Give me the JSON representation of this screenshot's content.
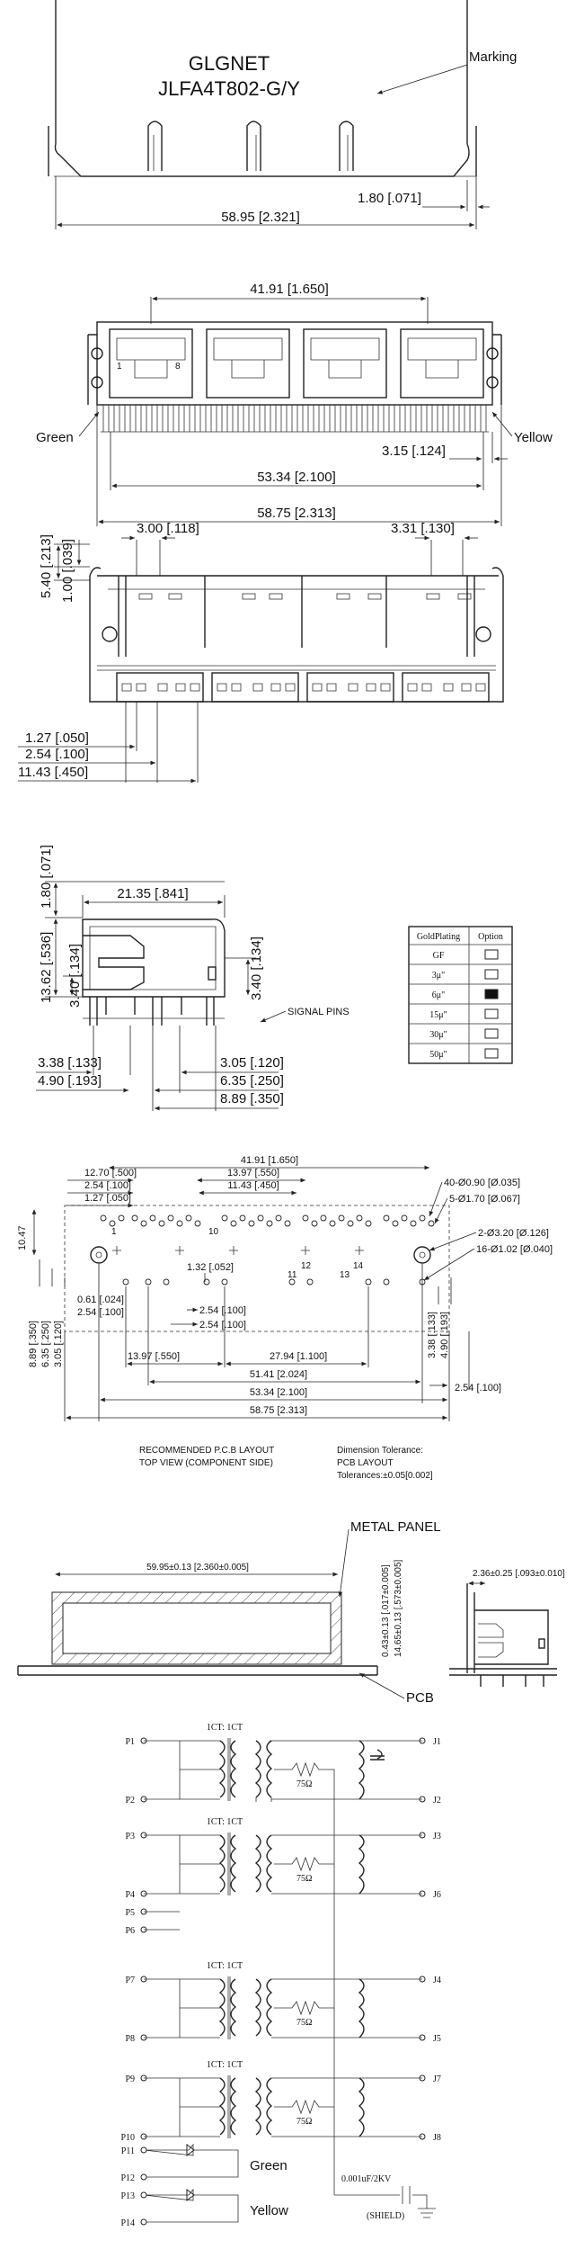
{
  "front_view": {
    "brand": "GLGNET",
    "part_number": "JLFA4T802-G/Y",
    "marking_label": "Marking",
    "dim_width": "58.95 [2.321]",
    "dim_tab": "1.80 [.071]"
  },
  "top_view": {
    "dim_center_span": "41.91 [1.650]",
    "dim_pin_span": "53.34 [2.100]",
    "dim_total": "58.75 [2.313]",
    "dim_offset": "3.15 [.124]",
    "led_left": "Green",
    "led_right": "Yellow",
    "pin1_label": "1",
    "pin8_label": "8"
  },
  "bottom_view": {
    "dim_height_top": "5.40 [.213]",
    "dim_height_mid": "1.00 [.039]",
    "dim_pitch_a": "3.00 [.118]",
    "dim_pitch_b": "3.31 [.130]",
    "dim_1": "1.27 [.050]",
    "dim_2": "2.54 [.100]",
    "dim_3": "11.43 [.450]"
  },
  "side_view": {
    "dim_top": "1.80 [.071]",
    "dim_depth": "21.35 [.841]",
    "dim_height": "13.62 [.536]",
    "dim_tab_height": "3.40 [.134]",
    "dim_tab_height_right": "3.40 [.134]",
    "signal_pins": "SIGNAL PINS",
    "dim_a": "3.38 [.133]",
    "dim_b": "4.90 [.193]",
    "dim_c": "3.05 [.120]",
    "dim_d": "6.35 [.250]",
    "dim_e": "8.89 [.350]"
  },
  "plating_table": {
    "headers": [
      "GoldPlating",
      "Option"
    ],
    "rows": [
      {
        "label": "GF",
        "selected": false
      },
      {
        "label": "3μ\"",
        "selected": false
      },
      {
        "label": "6μ\"",
        "selected": true
      },
      {
        "label": "15μ\"",
        "selected": false
      },
      {
        "label": "30μ\"",
        "selected": false
      },
      {
        "label": "50μ\"",
        "selected": false
      }
    ]
  },
  "pcb_layout": {
    "d_41": "41.91 [1.650]",
    "d_12": "12.70 [.500]",
    "d_13": "13.97 [.550]",
    "d_11": "11.43 [.450]",
    "d_254": "2.54 [.100]",
    "d_127": "1.27 [.050]",
    "d_1047": "10.47",
    "d_holes40": "40-Ø0.90 [Ø.035]",
    "d_holes5": "5-Ø1.70 [Ø.067]",
    "d_holes2": "2-Ø3.20 [Ø.126]",
    "d_holes16": "16-Ø1.02 [Ø.040]",
    "d_132": "1.32 [.052]",
    "d_061": "0.61 [.024]",
    "d_254b": "2.54 [.100]",
    "d_254c": "2.54 [.100]",
    "d_254d": "2.54 [.100]",
    "d_889": "8.89 [.350]",
    "d_635": "6.35 [.250]",
    "d_305": "3.05 [.120]",
    "d_338": "3.38 [.133]",
    "d_490": "4.90 [.193]",
    "d_1397": "13.97 [.550]",
    "d_2794": "27.94 [1.100]",
    "d_5141": "51.41 [2.024]",
    "d_5334": "53.34 [2.100]",
    "d_5875": "58.75 [2.313]",
    "d_254e": "2.54 [.100]",
    "pin_1": "1",
    "pin_10": "10",
    "pin_11": "11",
    "pin_12": "12",
    "pin_13": "13",
    "pin_14": "14",
    "note_left_1": "RECOMMENDED P.C.B LAYOUT",
    "note_left_2": "TOP VIEW (COMPONENT SIDE)",
    "note_right_1": "Dimension Tolerance:",
    "note_right_2": "PCB LAYOUT",
    "note_right_3": "Tolerances:±0.05[0.002]"
  },
  "panel_view": {
    "metal_panel": "METAL PANEL",
    "pcb": "PCB",
    "d_width": "59.95±0.13 [2.360±0.005]",
    "d_v1": "0.43±0.13 [.017±0.005]",
    "d_v2": "14.65±0.13 [.573±0.005]",
    "d_side": "2.36±0.25 [.093±0.010]"
  },
  "schematic": {
    "ratio": "1CT: 1CT",
    "resistor": "75Ω",
    "capacitor": "0.001uF/2KV",
    "shield": "(SHIELD)",
    "led_green": "Green",
    "led_yellow": "Yellow",
    "left_pins": [
      "P1",
      "P2",
      "P3",
      "P4",
      "P5",
      "P6",
      "P7",
      "P8",
      "P9",
      "P10"
    ],
    "right_pins": [
      "J1",
      "J2",
      "J3",
      "J6",
      "J4",
      "J5",
      "J7",
      "J8"
    ],
    "led_pins": [
      "P11",
      "P12",
      "P13",
      "P14"
    ]
  }
}
